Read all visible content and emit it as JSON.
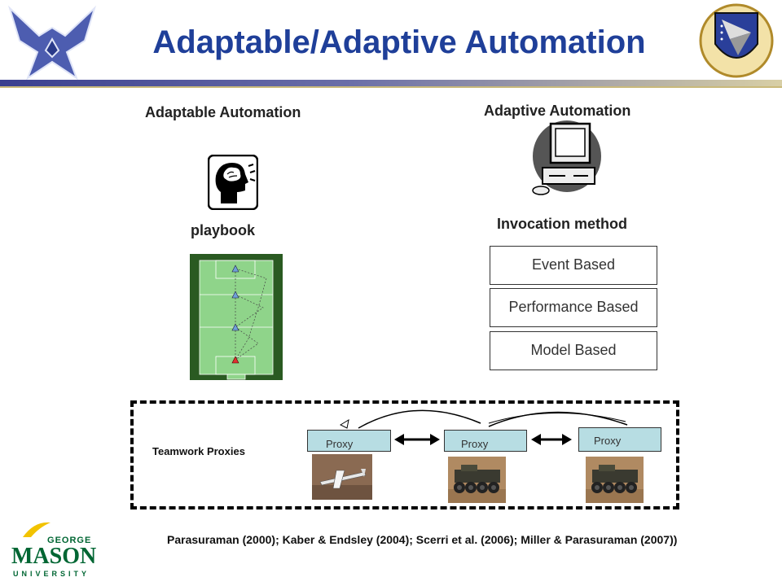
{
  "slide": {
    "title": "Adaptable/Adaptive Automation",
    "citation": "Parasuraman (2000); Kaber & Endsley (2004); Scerri et al. (2006); Miller & Parasuraman (2007))"
  },
  "left": {
    "heading": "Adaptable Automation",
    "icon_label": "playbook"
  },
  "right": {
    "heading": "Adaptive Automation",
    "subheading": "Invocation method",
    "methods": [
      "Event Based",
      "Performance Based",
      "Model Based"
    ]
  },
  "teamwork": {
    "label": "Teamwork Proxies",
    "proxies": [
      "Proxy",
      "Proxy",
      "Proxy"
    ]
  },
  "logos": {
    "left": "air-force-wings",
    "right": "air-force-research-laboratory",
    "bottom_left_letters": [
      "G",
      "E",
      "O",
      "R",
      "G",
      "E"
    ],
    "bottom_left_main": "MASON",
    "bottom_left_sub": "UNIVERSITY"
  },
  "colors": {
    "title": "#1f3f99",
    "field_dark": "#2a5a22",
    "field_light": "#8fd48a",
    "proxy_fill": "#b7dde3"
  }
}
